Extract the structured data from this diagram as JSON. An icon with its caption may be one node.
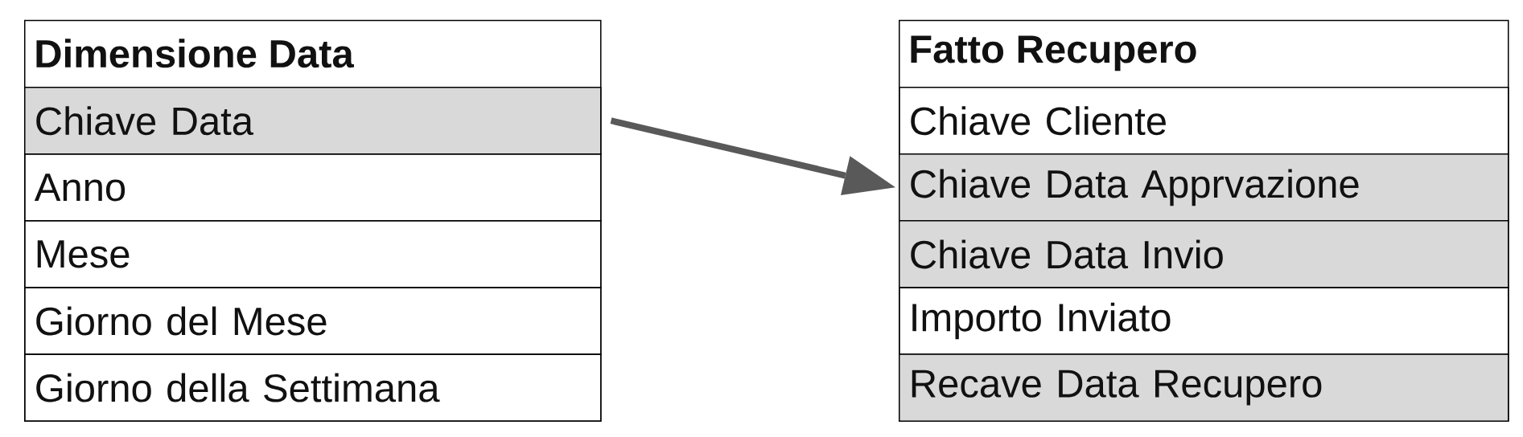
{
  "diagram": {
    "nodes": [
      {
        "text": [
          "Dimensione Data"
        ]
      },
      {
        "text": [
          "Chiave Data"
        ],
        "in": 0
      },
      {
        "text": [
          "Anno"
        ],
        "in": 0
      },
      {
        "text": [
          "Mese"
        ],
        "in": 0
      },
      {
        "text": [
          "Giorno del Mese"
        ],
        "in": 0
      },
      {
        "text": [
          "Giorno della Settimana"
        ],
        "in": 0
      },
      {
        "text": [
          "Fatto Recupero"
        ]
      },
      {
        "text": [
          "Chiave Cliente"
        ],
        "in": 6
      },
      {
        "text": [
          "Chiave Data Apprvazione"
        ],
        "in": 6
      },
      {
        "text": [
          "Chiave Data Invio"
        ],
        "in": 6
      },
      {
        "text": [
          "Importo Inviato"
        ],
        "in": 6
      },
      {
        "text": [
          "Recave Data Recupero"
        ],
        "in": 6
      }
    ],
    "edges": [
      {
        "from": 1,
        "to": 8,
        "arrow": "to"
      }
    ]
  }
}
